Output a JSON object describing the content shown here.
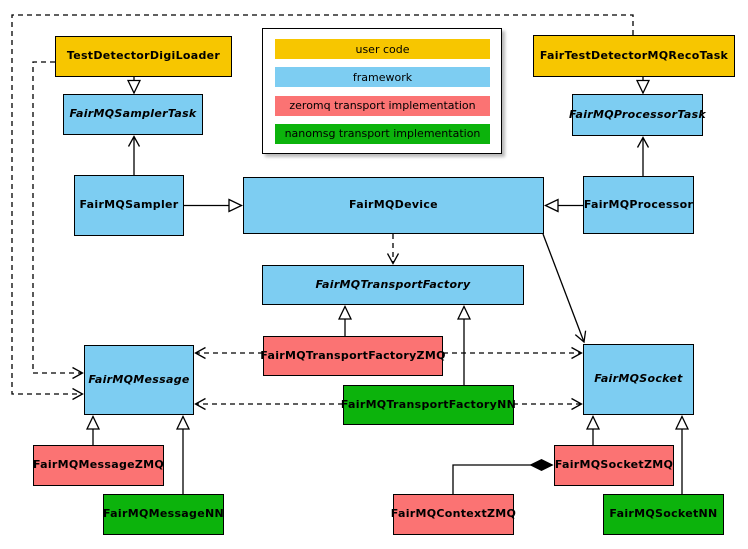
{
  "legend": {
    "items": [
      {
        "label": "user code",
        "color": "#F7C600"
      },
      {
        "label": "framework",
        "color": "#7DCDF2"
      },
      {
        "label": "zeromq transport implementation",
        "color": "#FB7373"
      },
      {
        "label": "nanomsg transport implementation",
        "color": "#0CB30C"
      }
    ]
  },
  "nodes": {
    "digiLoader": {
      "label": "TestDetectorDigiLoader",
      "category": "user code",
      "abstract": false
    },
    "recoTask": {
      "label": "FairTestDetectorMQRecoTask",
      "category": "user code",
      "abstract": false
    },
    "samplerTask": {
      "label": "FairMQSamplerTask",
      "category": "framework",
      "abstract": true
    },
    "processorTask": {
      "label": "FairMQProcessorTask",
      "category": "framework",
      "abstract": true
    },
    "sampler": {
      "label": "FairMQSampler",
      "category": "framework",
      "abstract": false
    },
    "device": {
      "label": "FairMQDevice",
      "category": "framework",
      "abstract": false
    },
    "processor": {
      "label": "FairMQProcessor",
      "category": "framework",
      "abstract": false
    },
    "transportFactory": {
      "label": "FairMQTransportFactory",
      "category": "framework",
      "abstract": true
    },
    "transportFactoryZMQ": {
      "label": "FairMQTransportFactoryZMQ",
      "category": "zeromq",
      "abstract": false
    },
    "transportFactoryNN": {
      "label": "FairMQTransportFactoryNN",
      "category": "nanomsg",
      "abstract": false
    },
    "message": {
      "label": "FairMQMessage",
      "category": "framework",
      "abstract": true
    },
    "socket": {
      "label": "FairMQSocket",
      "category": "framework",
      "abstract": true
    },
    "messageZMQ": {
      "label": "FairMQMessageZMQ",
      "category": "zeromq",
      "abstract": false
    },
    "messageNN": {
      "label": "FairMQMessageNN",
      "category": "nanomsg",
      "abstract": false
    },
    "contextZMQ": {
      "label": "FairMQContextZMQ",
      "category": "zeromq",
      "abstract": false
    },
    "socketZMQ": {
      "label": "FairMQSocketZMQ",
      "category": "zeromq",
      "abstract": false
    },
    "socketNN": {
      "label": "FairMQSocketNN",
      "category": "nanomsg",
      "abstract": false
    }
  },
  "edges": [
    {
      "from": "TestDetectorDigiLoader",
      "to": "FairMQSamplerTask",
      "type": "generalization"
    },
    {
      "from": "FairTestDetectorMQRecoTask",
      "to": "FairMQProcessorTask",
      "type": "generalization"
    },
    {
      "from": "FairMQSampler",
      "to": "FairMQDevice",
      "type": "generalization"
    },
    {
      "from": "FairMQProcessor",
      "to": "FairMQDevice",
      "type": "generalization"
    },
    {
      "from": "FairMQSampler",
      "to": "FairMQSamplerTask",
      "type": "association"
    },
    {
      "from": "FairMQProcessor",
      "to": "FairMQProcessorTask",
      "type": "association"
    },
    {
      "from": "FairMQDevice",
      "to": "FairMQTransportFactory",
      "type": "dependency"
    },
    {
      "from": "FairMQDevice",
      "to": "FairMQSocket",
      "type": "association"
    },
    {
      "from": "FairMQTransportFactoryZMQ",
      "to": "FairMQTransportFactory",
      "type": "generalization"
    },
    {
      "from": "FairMQTransportFactoryNN",
      "to": "FairMQTransportFactory",
      "type": "generalization"
    },
    {
      "from": "FairMQTransportFactoryZMQ",
      "to": "FairMQMessage",
      "type": "dependency"
    },
    {
      "from": "FairMQTransportFactoryZMQ",
      "to": "FairMQSocket",
      "type": "dependency"
    },
    {
      "from": "FairMQTransportFactoryNN",
      "to": "FairMQMessage",
      "type": "dependency"
    },
    {
      "from": "FairMQTransportFactoryNN",
      "to": "FairMQSocket",
      "type": "dependency"
    },
    {
      "from": "TestDetectorDigiLoader",
      "to": "FairMQMessage",
      "type": "dependency"
    },
    {
      "from": "FairTestDetectorMQRecoTask",
      "to": "FairMQMessage",
      "type": "dependency"
    },
    {
      "from": "FairMQMessageZMQ",
      "to": "FairMQMessage",
      "type": "generalization"
    },
    {
      "from": "FairMQMessageNN",
      "to": "FairMQMessage",
      "type": "generalization"
    },
    {
      "from": "FairMQSocketZMQ",
      "to": "FairMQSocket",
      "type": "generalization"
    },
    {
      "from": "FairMQSocketNN",
      "to": "FairMQSocket",
      "type": "generalization"
    },
    {
      "from": "FairMQContextZMQ",
      "to": "FairMQSocketZMQ",
      "type": "composition"
    }
  ]
}
